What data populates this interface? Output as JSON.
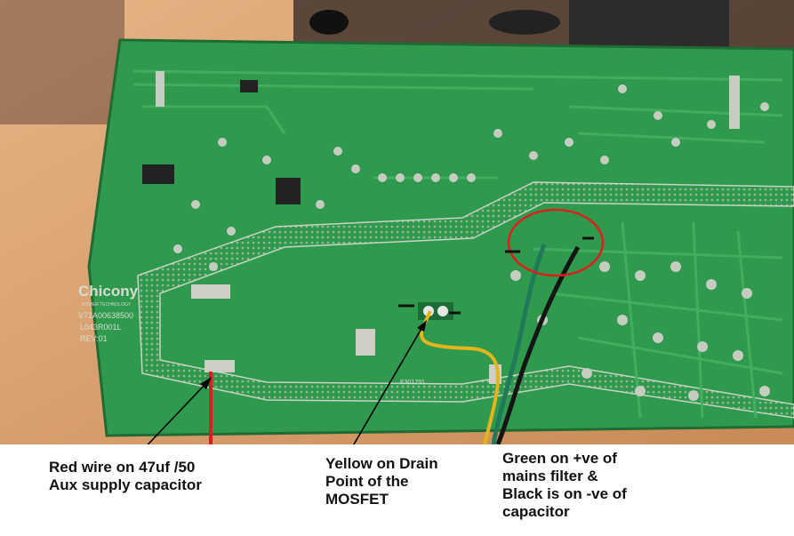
{
  "board": {
    "brand": "Chicony",
    "brand_sub": "POWER TECHNOLOGY",
    "codes": [
      "V71A00638500",
      "L043R001L",
      "REV:01"
    ],
    "part_mark": "E301791"
  },
  "captions": {
    "red": {
      "lines": [
        "Red wire on 47uf /50",
        "Aux supply capacitor"
      ]
    },
    "yellow": {
      "lines": [
        "Yellow on Drain",
        "Point of the",
        "MOSFET"
      ]
    },
    "green": {
      "lines": [
        "Green on +ve of",
        "mains filter &",
        "Black is on -ve of",
        "capacitor"
      ]
    }
  },
  "colors": {
    "pcb": "#2f9a4e",
    "pcb_dark": "#237a3c",
    "silk": "#d7dcd2",
    "wood": "#d49a6a",
    "wire_red": "#d81e1e",
    "wire_yellow": "#e4b41c",
    "wire_green": "#1f7a5a",
    "wire_black": "#151515",
    "highlight_circle": "#e01c1c"
  }
}
